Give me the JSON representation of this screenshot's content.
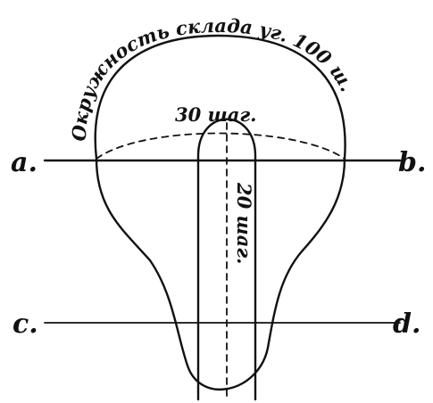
{
  "diagram": {
    "arc_label": "Окружность склада уг. 100 ш.",
    "chord_label": "30 шаг.",
    "length_label": "20 шаг.",
    "point_a": "a.",
    "point_b": "b.",
    "point_c": "c.",
    "point_d": "d.",
    "ink_color": "#111111"
  }
}
